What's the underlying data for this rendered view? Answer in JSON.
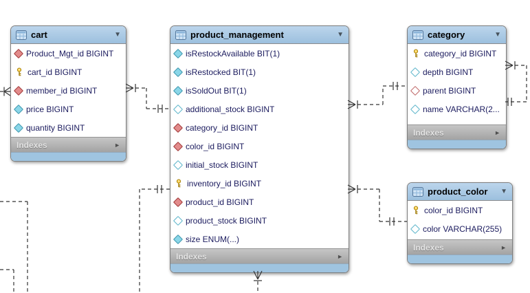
{
  "tables": [
    {
      "id": "cart",
      "name": "cart",
      "collapse_icon": "▼",
      "indexes_label": "Indexes",
      "indexes_arrow": "►",
      "columns": [
        {
          "label": "Product_Mgt_id BIGINT",
          "type": "fk"
        },
        {
          "label": "cart_id BIGINT",
          "type": "pk"
        },
        {
          "label": "member_id BIGINT",
          "type": "fk"
        },
        {
          "label": "price BIGINT",
          "type": "attr"
        },
        {
          "label": "quantity BIGINT",
          "type": "attr"
        }
      ]
    },
    {
      "id": "product_management",
      "name": "product_management",
      "collapse_icon": "▼",
      "indexes_label": "Indexes",
      "indexes_arrow": "►",
      "columns": [
        {
          "label": "isRestockAvailable BIT(1)",
          "type": "attr"
        },
        {
          "label": "isRestocked BIT(1)",
          "type": "attr"
        },
        {
          "label": "isSoldOut BIT(1)",
          "type": "attr"
        },
        {
          "label": "additional_stock BIGINT",
          "type": "attr_null"
        },
        {
          "label": "category_id BIGINT",
          "type": "fk"
        },
        {
          "label": "color_id BIGINT",
          "type": "fk"
        },
        {
          "label": "initial_stock BIGINT",
          "type": "attr_null"
        },
        {
          "label": "inventory_id BIGINT",
          "type": "pk"
        },
        {
          "label": "product_id BIGINT",
          "type": "fk"
        },
        {
          "label": "product_stock BIGINT",
          "type": "attr_null"
        },
        {
          "label": "size ENUM(...)",
          "type": "attr"
        }
      ]
    },
    {
      "id": "category",
      "name": "category",
      "collapse_icon": "▼",
      "indexes_label": "Indexes",
      "indexes_arrow": "►",
      "columns": [
        {
          "label": "category_id BIGINT",
          "type": "pk"
        },
        {
          "label": "depth BIGINT",
          "type": "attr_null"
        },
        {
          "label": "parent BIGINT",
          "type": "fk_null"
        },
        {
          "label": "name VARCHAR(2...",
          "type": "attr_null"
        }
      ]
    },
    {
      "id": "product_color",
      "name": "product_color",
      "collapse_icon": "▼",
      "indexes_label": "Indexes",
      "indexes_arrow": "►",
      "columns": [
        {
          "label": "color_id BIGINT",
          "type": "pk"
        },
        {
          "label": "color VARCHAR(255)",
          "type": "attr_null"
        }
      ]
    }
  ],
  "relationships": [
    {
      "from": "cart",
      "to": "off-canvas-left",
      "from_cardinality": "many-mandatory"
    },
    {
      "from": "cart",
      "to": "product_management",
      "from_cardinality": "many-mandatory",
      "to_cardinality": "one-mandatory"
    },
    {
      "from": "product_management",
      "to": "category",
      "from_cardinality": "many-mandatory",
      "to_cardinality": "one-mandatory"
    },
    {
      "from": "product_management",
      "to": "product_color",
      "from_cardinality": "many-mandatory",
      "to_cardinality": "one-mandatory"
    },
    {
      "from": "product_management",
      "to": "off-canvas-bottom",
      "from_cardinality": "one-mandatory"
    },
    {
      "from": "category",
      "to": "category",
      "from_cardinality": "many-mandatory",
      "to_cardinality": "one-mandatory"
    },
    {
      "from": "product_management",
      "to": "off-canvas-bottom-center",
      "from_cardinality": "many-mandatory"
    },
    {
      "from": "off-canvas-left-top",
      "to": "off-canvas-bottom",
      "note": "pass-through dashed line"
    },
    {
      "from": "off-canvas-left-bottom",
      "to": "off-canvas-bottom",
      "note": "pass-through dashed line"
    }
  ],
  "colors": {
    "header_blue": "#9cc0de",
    "footer_blue": "#9fc4e0",
    "indexes_gray": "#a3a3a3",
    "row_text": "#1b1b5e",
    "pk_yellow": "#ffd24a",
    "fk_red": "#e28b8b",
    "attr_cyan": "#8ad6e8",
    "line_color": "#333333"
  }
}
